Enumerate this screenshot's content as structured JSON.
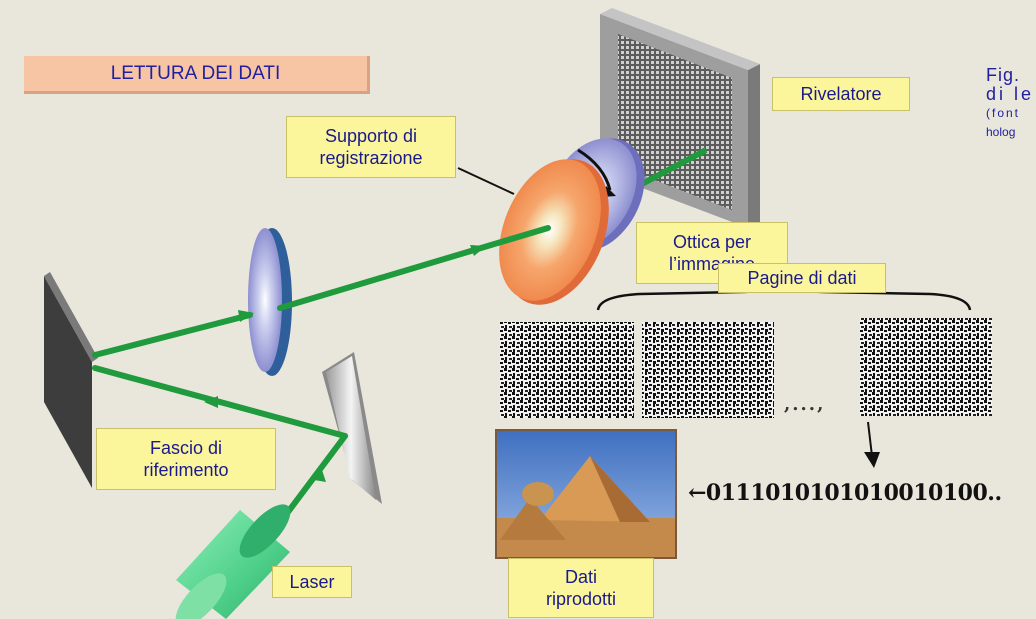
{
  "title": "LETTURA DEI DATI",
  "labels": {
    "rivelatore": "Rivelatore",
    "supporto_line1": "Supporto di",
    "supporto_line2": "registrazione",
    "ottica_line1": "Ottica per",
    "ottica_line2": "l’immagine",
    "pagine": "Pagine di dati",
    "fascio_line1": "Fascio di",
    "fascio_line2": "riferimento",
    "laser": "Laser",
    "dati_line1": "Dati",
    "dati_line2": "riprodotti"
  },
  "binary_string": "←0111010101010010100..",
  "ellipsis": ",...,",
  "caption": {
    "line1": "Fig.",
    "line2": "di le",
    "line3": "(font",
    "line4": "holog"
  },
  "colors": {
    "background": "#e9e6dc",
    "beam": "#1f9a3c",
    "label_fill": "#fbf59c",
    "label_text": "#1a1a8c",
    "title_fill": "#f7c5a4"
  }
}
